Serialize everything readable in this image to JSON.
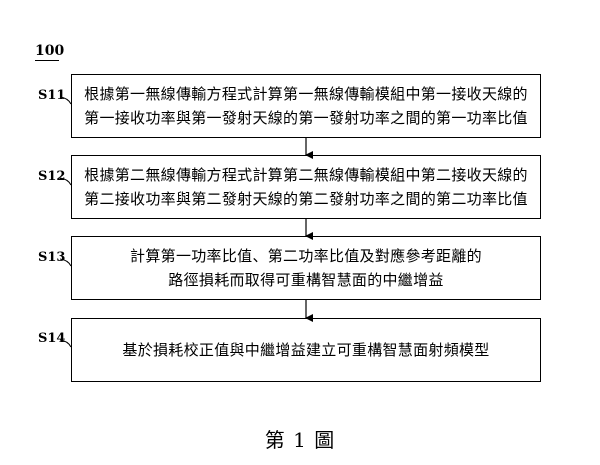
{
  "figure_ref": "100",
  "steps": [
    {
      "id": "S11",
      "lines": [
        "根據第一無線傳輸方程式計算第一無線傳輸模組中第一接收天線的",
        "第一接收功率與第一發射天線的第一發射功率之間的第一功率比值"
      ]
    },
    {
      "id": "S12",
      "lines": [
        "根據第二無線傳輸方程式計算第二無線傳輸模組中第二接收天線的",
        "第二接收功率與第二發射天線的第二發射功率之間的第二功率比值"
      ]
    },
    {
      "id": "S13",
      "lines": [
        "計算第一功率比值、第二功率比值及對應參考距離的",
        "路徑損耗而取得可重構智慧面的中繼增益"
      ]
    },
    {
      "id": "S14",
      "lines": [
        "基於損耗校正值與中繼增益建立可重構智慧面射頻模型"
      ]
    }
  ],
  "caption": "第 1 圖"
}
